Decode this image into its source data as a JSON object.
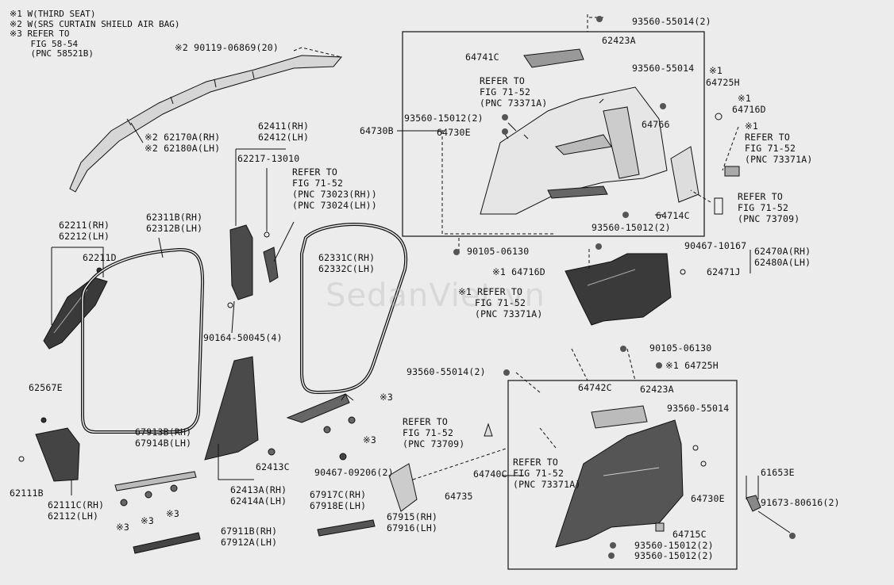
{
  "notes": [
    "※1 W(THIRD SEAT)",
    "※2 W(SRS CURTAIN SHIELD AIR BAG)",
    "※3 REFER TO",
    "    FIG 58-54",
    "    (PNC 58521B)"
  ],
  "watermark": "SedanViet.vn",
  "labels": {
    "l01": "※2 90119-06869(20)",
    "l02": "※2 62170A(RH)",
    "l03": "※2 62180A(LH)",
    "l04": "62211(RH)",
    "l05": "62212(LH)",
    "l06": "62211D",
    "l07": "62311B(RH)",
    "l08": "62312B(LH)",
    "l09": "62411(RH)",
    "l10": "62412(LH)",
    "l11": "62217-13010",
    "l12": "REFER TO",
    "l13": "FIG 71-52",
    "l14": "(PNC 73023(RH))",
    "l15": "(PNC 73024(LH))",
    "l16": "62331C(RH)",
    "l17": "62332C(LH)",
    "l18": "90164-50045(4)",
    "l19": "62567E",
    "l20": "62111B",
    "l21": "62111C(RH)",
    "l22": "62112(LH)",
    "l23": "67913B(RH)",
    "l24": "67914B(LH)",
    "l25": "62413C",
    "l26": "62413A(RH)",
    "l27": "62414A(LH)",
    "l28": "※3",
    "l29": "※3",
    "l30": "※3",
    "l31": "67911B(RH)",
    "l32": "67912A(LH)",
    "l33": "※3",
    "l34": "※3",
    "l35": "90467-09206(2)",
    "l36": "67917C(RH)",
    "l37": "67918E(LH)",
    "l38": "67915(RH)",
    "l39": "67916(LH)",
    "l40": "REFER TO",
    "l41": "FIG 71-52",
    "l42": "(PNC 73709)",
    "l43": "64735",
    "l44": "93560-55014(2)",
    "l45": "64741C",
    "l46": "62423A",
    "l47": "93560-55014",
    "l48": "REFER TO",
    "l49": "FIG 71-52",
    "l50": "(PNC 73371A)",
    "l51": "93560-15012(2)",
    "l52": "64730B",
    "l53": "64730E",
    "l54": "64766",
    "l55": "64714C",
    "l56": "93560-15012(2)",
    "l57": "※1",
    "l58": "64725H",
    "l59": "※1",
    "l60": "64716D",
    "l61": "※1",
    "l62": "REFER TO",
    "l63": "FIG 71-52",
    "l64": "(PNC 73371A)",
    "l65": "REFER TO",
    "l66": "FIG 71-52",
    "l67": "(PNC 73709)",
    "l68": "90105-06130",
    "l69": "90467-10167",
    "l70": "62470A(RH)",
    "l71": "62480A(LH)",
    "l72": "62471J",
    "l73": "※1 64716D",
    "l74": "※1 REFER TO",
    "l75": "FIG 71-52",
    "l76": "(PNC 73371A)",
    "l77": "90105-06130",
    "l78": "※1 64725H",
    "l79": "93560-55014(2)",
    "l80": "64742C",
    "l81": "62423A",
    "l82": "93560-55014",
    "l83": "64740C",
    "l84": "REFER TO",
    "l85": "FIG 71-52",
    "l86": "(PNC 73371A)",
    "l87": "64730E",
    "l88": "64715C",
    "l89": "93560-15012(2)",
    "l90": "93560-15012(2)",
    "l91": "61653E",
    "l92": "91673-80616(2)"
  }
}
